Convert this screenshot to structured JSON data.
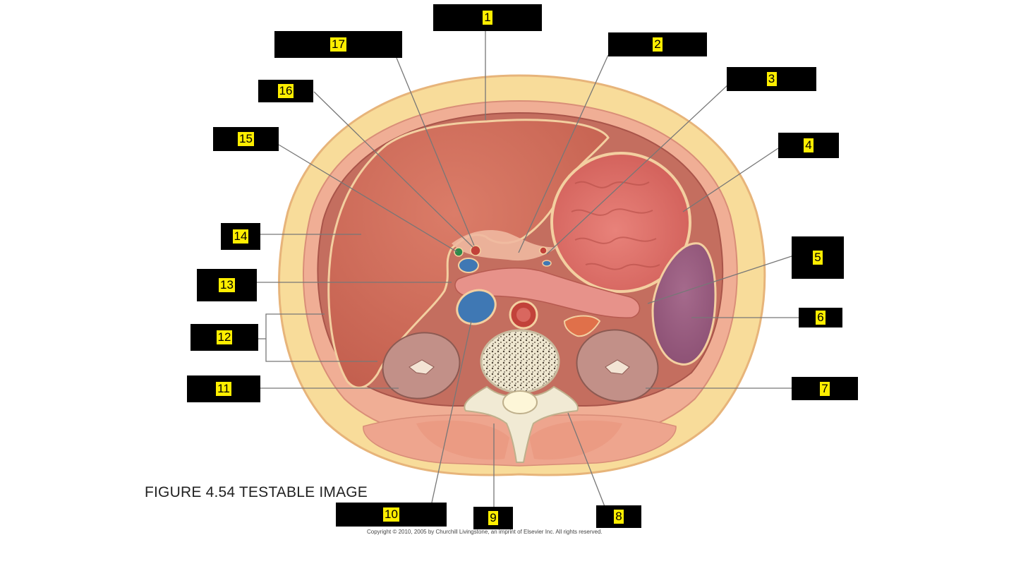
{
  "figure": {
    "caption": "FIGURE 4.54 TESTABLE IMAGE",
    "copyright": "Copyright © 2010, 2005 by Churchill Livingstone, an imprint of Elsevier Inc. All rights reserved."
  },
  "labels": [
    "1",
    "2",
    "3",
    "4",
    "5",
    "6",
    "7",
    "8",
    "9",
    "10",
    "11",
    "12",
    "13",
    "14",
    "15",
    "16",
    "17"
  ],
  "colors": {
    "fat": "#f8dc9a",
    "skin_outline": "#e9b476",
    "muscle": "#eea58e",
    "cavity_wall": "#b55a50",
    "liver": "#d4705c",
    "stomach": "#d96a62",
    "spleen": "#9a5c80",
    "kidney": "#c29088",
    "ivc": "#3f78b4",
    "aorta": "#c2423a",
    "vertebra": "#f1ead4",
    "label_box": "#000000",
    "label_number": "#ffee00",
    "leader_line": "#777777"
  }
}
